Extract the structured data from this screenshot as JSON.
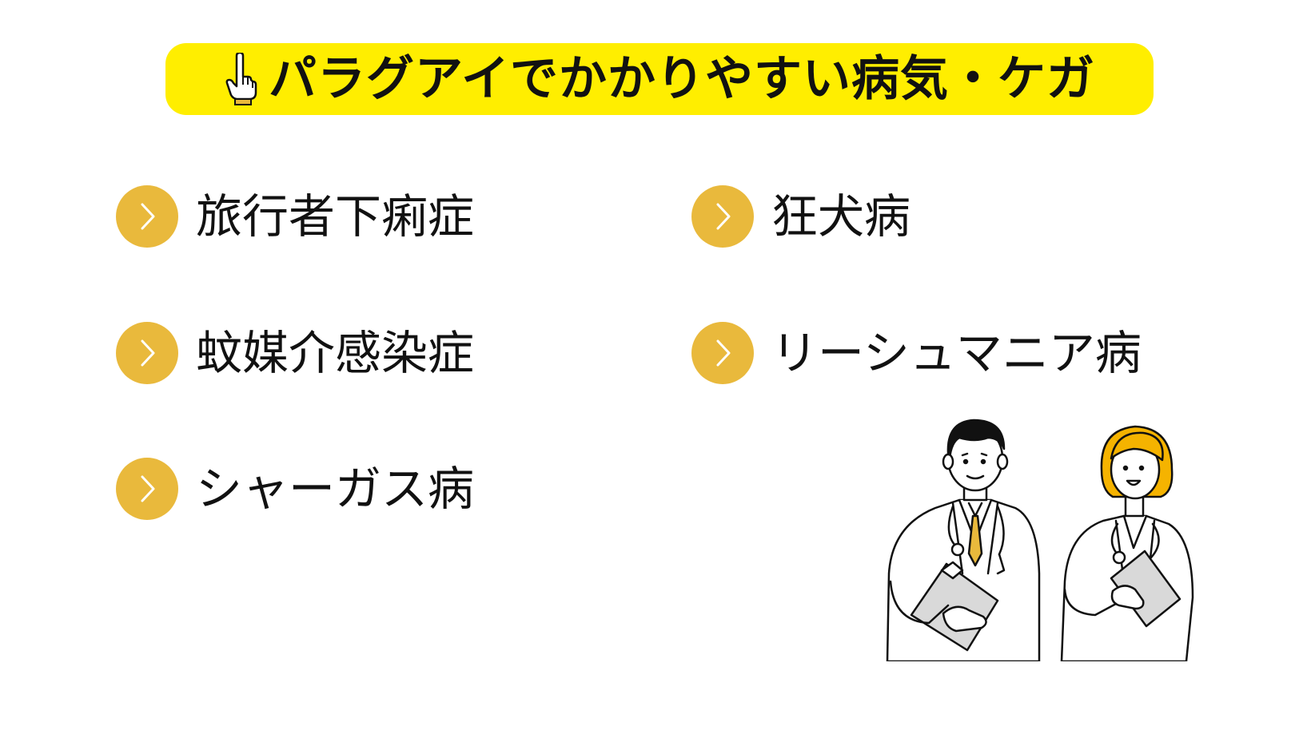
{
  "title": "パラグアイでかかりやすい病気・ケガ",
  "items_left": [
    {
      "label": "旅行者下痢症"
    },
    {
      "label": "蚊媒介感染症"
    },
    {
      "label": "シャーガス病"
    }
  ],
  "items_right": [
    {
      "label": "狂犬病"
    },
    {
      "label": "リーシュマニア病"
    }
  ],
  "colors": {
    "title_background": "#ffee00",
    "bullet": "#e9b93c",
    "tie": "#e9b93c",
    "hair_female": "#f5b300"
  },
  "icons": {
    "title_icon": "pointing-up-hand-icon",
    "bullet_icon": "chevron-right-icon"
  }
}
